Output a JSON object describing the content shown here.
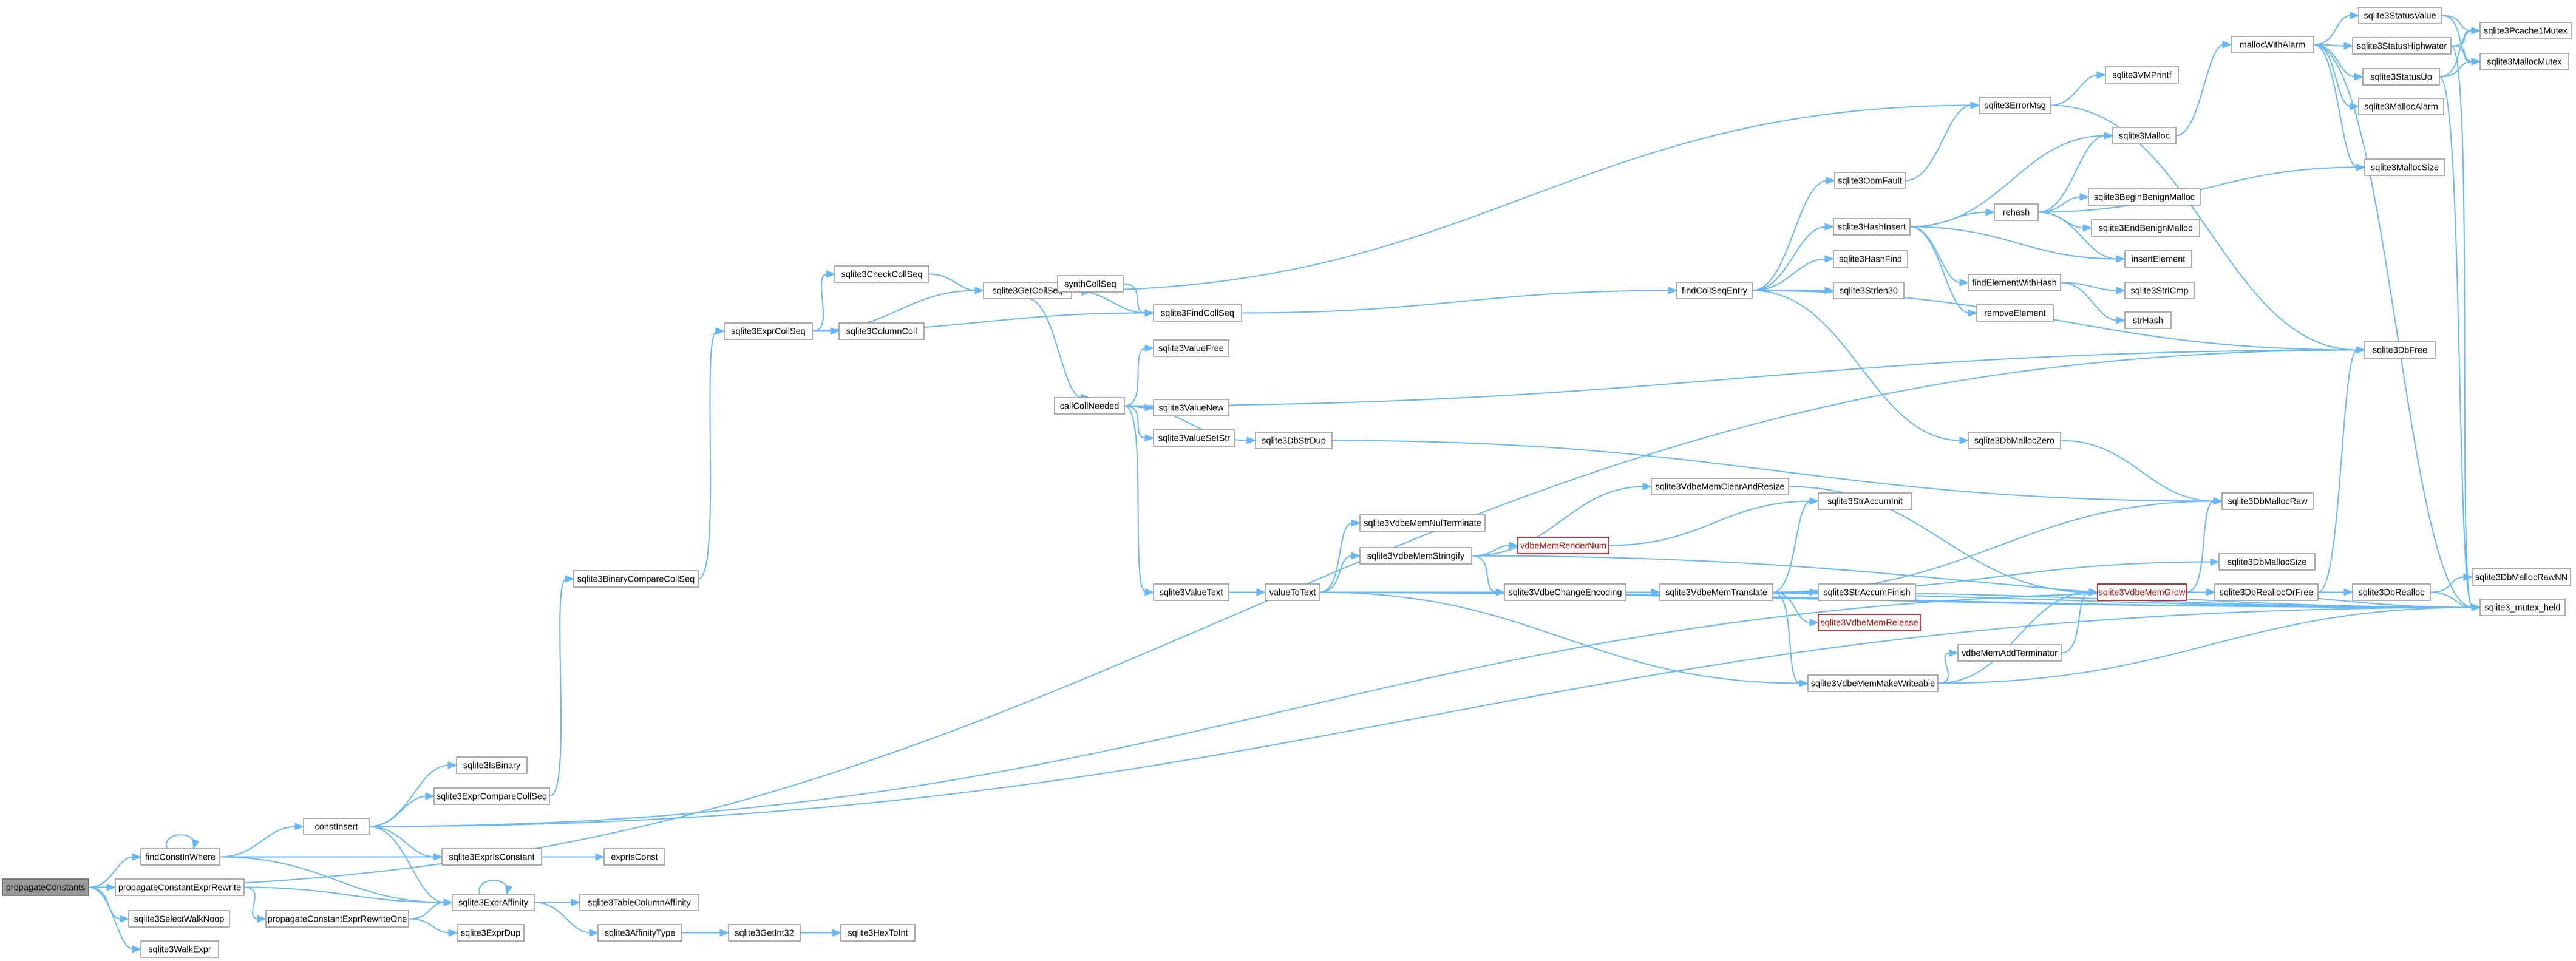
{
  "graph": {
    "nodes": [
      {
        "id": "propagateConstants",
        "label": "propagateConstants",
        "style": "root"
      },
      {
        "id": "findConstInWhere",
        "label": "findConstInWhere"
      },
      {
        "id": "propagateConstantExprRewrite",
        "label": "propagateConstantExprRewrite"
      },
      {
        "id": "sqlite3SelectWalkNoop",
        "label": "sqlite3SelectWalkNoop"
      },
      {
        "id": "sqlite3WalkExpr",
        "label": "sqlite3WalkExpr"
      },
      {
        "id": "constInsert",
        "label": "constInsert"
      },
      {
        "id": "sqlite3ExprIsConstant",
        "label": "sqlite3ExprIsConstant"
      },
      {
        "id": "exprIsConst",
        "label": "exprIsConst"
      },
      {
        "id": "sqlite3IsBinary",
        "label": "sqlite3IsBinary"
      },
      {
        "id": "sqlite3ExprCompareCollSeq",
        "label": "sqlite3ExprCompareCollSeq"
      },
      {
        "id": "sqlite3BinaryCompareCollSeq",
        "label": "sqlite3BinaryCompareCollSeq"
      },
      {
        "id": "sqlite3ExprCollSeq",
        "label": "sqlite3ExprCollSeq"
      },
      {
        "id": "sqlite3CheckCollSeq",
        "label": "sqlite3CheckCollSeq"
      },
      {
        "id": "sqlite3ColumnColl",
        "label": "sqlite3ColumnColl"
      },
      {
        "id": "sqlite3GetCollSeq",
        "label": "sqlite3GetCollSeq"
      },
      {
        "id": "synthCollSeq",
        "label": "synthCollSeq"
      },
      {
        "id": "sqlite3FindCollSeq",
        "label": "sqlite3FindCollSeq"
      },
      {
        "id": "callCollNeeded",
        "label": "callCollNeeded"
      },
      {
        "id": "sqlite3ValueFree",
        "label": "sqlite3ValueFree"
      },
      {
        "id": "sqlite3ValueNew",
        "label": "sqlite3ValueNew"
      },
      {
        "id": "sqlite3ValueSetStr",
        "label": "sqlite3ValueSetStr"
      },
      {
        "id": "sqlite3DbStrDup",
        "label": "sqlite3DbStrDup"
      },
      {
        "id": "sqlite3ValueText",
        "label": "sqlite3ValueText"
      },
      {
        "id": "valueToText",
        "label": "valueToText"
      },
      {
        "id": "sqlite3VdbeMemNulTerminate",
        "label": "sqlite3VdbeMemNulTerminate"
      },
      {
        "id": "sqlite3VdbeMemStringify",
        "label": "sqlite3VdbeMemStringify"
      },
      {
        "id": "sqlite3VdbeMemClearAndResize",
        "label": "sqlite3VdbeMemClearAndResize"
      },
      {
        "id": "vdbeMemRenderNum",
        "label": "vdbeMemRenderNum",
        "style": "red"
      },
      {
        "id": "sqlite3VdbeChangeEncoding",
        "label": "sqlite3VdbeChangeEncoding"
      },
      {
        "id": "sqlite3VdbeMemTranslate",
        "label": "sqlite3VdbeMemTranslate"
      },
      {
        "id": "sqlite3StrAccumInit",
        "label": "sqlite3StrAccumInit"
      },
      {
        "id": "sqlite3StrAccumFinish",
        "label": "sqlite3StrAccumFinish"
      },
      {
        "id": "sqlite3VdbeMemRelease",
        "label": "sqlite3VdbeMemRelease",
        "style": "red"
      },
      {
        "id": "sqlite3VdbeMemMakeWriteable",
        "label": "sqlite3VdbeMemMakeWriteable"
      },
      {
        "id": "vdbeMemAddTerminator",
        "label": "vdbeMemAddTerminator"
      },
      {
        "id": "sqlite3VdbeMemGrow",
        "label": "sqlite3VdbeMemGrow",
        "style": "red"
      },
      {
        "id": "sqlite3DbReallocOrFree",
        "label": "sqlite3DbReallocOrFree"
      },
      {
        "id": "sqlite3DbRealloc",
        "label": "sqlite3DbRealloc"
      },
      {
        "id": "sqlite3DbMallocSize",
        "label": "sqlite3DbMallocSize"
      },
      {
        "id": "sqlite3DbMallocRaw",
        "label": "sqlite3DbMallocRaw"
      },
      {
        "id": "sqlite3DbMallocRawNN",
        "label": "sqlite3DbMallocRawNN"
      },
      {
        "id": "sqlite3_mutex_held",
        "label": "sqlite3_mutex_held"
      },
      {
        "id": "findCollSeqEntry",
        "label": "findCollSeqEntry"
      },
      {
        "id": "sqlite3OomFault",
        "label": "sqlite3OomFault"
      },
      {
        "id": "sqlite3ErrorMsg",
        "label": "sqlite3ErrorMsg"
      },
      {
        "id": "sqlite3VMPrintf",
        "label": "sqlite3VMPrintf"
      },
      {
        "id": "sqlite3HashInsert",
        "label": "sqlite3HashInsert"
      },
      {
        "id": "sqlite3HashFind",
        "label": "sqlite3HashFind"
      },
      {
        "id": "sqlite3Strlen30",
        "label": "sqlite3Strlen30"
      },
      {
        "id": "sqlite3DbMallocZero",
        "label": "sqlite3DbMallocZero"
      },
      {
        "id": "rehash",
        "label": "rehash"
      },
      {
        "id": "findElementWithHash",
        "label": "findElementWithHash"
      },
      {
        "id": "removeElement",
        "label": "removeElement"
      },
      {
        "id": "insertElement",
        "label": "insertElement"
      },
      {
        "id": "sqlite3StrICmp",
        "label": "sqlite3StrICmp"
      },
      {
        "id": "strHash",
        "label": "strHash"
      },
      {
        "id": "sqlite3Malloc",
        "label": "sqlite3Malloc"
      },
      {
        "id": "sqlite3BeginBenignMalloc",
        "label": "sqlite3BeginBenignMalloc"
      },
      {
        "id": "sqlite3EndBenignMalloc",
        "label": "sqlite3EndBenignMalloc"
      },
      {
        "id": "sqlite3MallocSize",
        "label": "sqlite3MallocSize"
      },
      {
        "id": "sqlite3DbFree",
        "label": "sqlite3DbFree"
      },
      {
        "id": "mallocWithAlarm",
        "label": "mallocWithAlarm"
      },
      {
        "id": "sqlite3StatusValue",
        "label": "sqlite3StatusValue"
      },
      {
        "id": "sqlite3StatusHighwater",
        "label": "sqlite3StatusHighwater"
      },
      {
        "id": "sqlite3StatusUp",
        "label": "sqlite3StatusUp"
      },
      {
        "id": "sqlite3MallocAlarm",
        "label": "sqlite3MallocAlarm"
      },
      {
        "id": "sqlite3Pcache1Mutex",
        "label": "sqlite3Pcache1Mutex"
      },
      {
        "id": "sqlite3MallocMutex",
        "label": "sqlite3MallocMutex"
      },
      {
        "id": "propagateConstantExprRewriteOne",
        "label": "propagateConstantExprRewriteOne"
      },
      {
        "id": "sqlite3ExprAffinity",
        "label": "sqlite3ExprAffinity"
      },
      {
        "id": "sqlite3ExprDup",
        "label": "sqlite3ExprDup"
      },
      {
        "id": "sqlite3TableColumnAffinity",
        "label": "sqlite3TableColumnAffinity"
      },
      {
        "id": "sqlite3AffinityType",
        "label": "sqlite3AffinityType"
      },
      {
        "id": "sqlite3GetInt32",
        "label": "sqlite3GetInt32"
      },
      {
        "id": "sqlite3HexToInt",
        "label": "sqlite3HexToInt"
      }
    ],
    "edges": [
      [
        "propagateConstants",
        "findConstInWhere"
      ],
      [
        "propagateConstants",
        "propagateConstantExprRewrite"
      ],
      [
        "propagateConstants",
        "sqlite3SelectWalkNoop"
      ],
      [
        "propagateConstants",
        "sqlite3WalkExpr"
      ],
      [
        "propagateConstants",
        "sqlite3DbFree"
      ],
      [
        "findConstInWhere",
        "findConstInWhere"
      ],
      [
        "findConstInWhere",
        "constInsert"
      ],
      [
        "findConstInWhere",
        "sqlite3ExprIsConstant"
      ],
      [
        "findConstInWhere",
        "sqlite3ExprAffinity"
      ],
      [
        "constInsert",
        "sqlite3IsBinary"
      ],
      [
        "constInsert",
        "sqlite3ExprCompareCollSeq"
      ],
      [
        "constInsert",
        "sqlite3ExprIsConstant"
      ],
      [
        "constInsert",
        "sqlite3ExprAffinity"
      ],
      [
        "constInsert",
        "sqlite3DbReallocOrFree"
      ],
      [
        "constInsert",
        "sqlite3_mutex_held"
      ],
      [
        "sqlite3ExprIsConstant",
        "exprIsConst"
      ],
      [
        "sqlite3ExprCompareCollSeq",
        "sqlite3BinaryCompareCollSeq"
      ],
      [
        "sqlite3BinaryCompareCollSeq",
        "sqlite3ExprCollSeq"
      ],
      [
        "sqlite3ExprCollSeq",
        "sqlite3CheckCollSeq"
      ],
      [
        "sqlite3ExprCollSeq",
        "sqlite3ColumnColl"
      ],
      [
        "sqlite3ExprCollSeq",
        "sqlite3GetCollSeq"
      ],
      [
        "sqlite3ExprCollSeq",
        "sqlite3FindCollSeq"
      ],
      [
        "sqlite3CheckCollSeq",
        "sqlite3GetCollSeq"
      ],
      [
        "sqlite3GetCollSeq",
        "synthCollSeq"
      ],
      [
        "sqlite3GetCollSeq",
        "sqlite3FindCollSeq"
      ],
      [
        "sqlite3GetCollSeq",
        "callCollNeeded"
      ],
      [
        "sqlite3GetCollSeq",
        "sqlite3ErrorMsg"
      ],
      [
        "synthCollSeq",
        "sqlite3FindCollSeq"
      ],
      [
        "sqlite3FindCollSeq",
        "findCollSeqEntry"
      ],
      [
        "callCollNeeded",
        "sqlite3ValueFree"
      ],
      [
        "callCollNeeded",
        "sqlite3ValueNew"
      ],
      [
        "callCollNeeded",
        "sqlite3ValueSetStr"
      ],
      [
        "callCollNeeded",
        "sqlite3DbStrDup"
      ],
      [
        "callCollNeeded",
        "sqlite3ValueText"
      ],
      [
        "callCollNeeded",
        "sqlite3DbFree"
      ],
      [
        "sqlite3DbStrDup",
        "sqlite3DbMallocRaw"
      ],
      [
        "sqlite3ValueText",
        "valueToText"
      ],
      [
        "sqlite3ValueText",
        "sqlite3_mutex_held"
      ],
      [
        "valueToText",
        "sqlite3VdbeMemNulTerminate"
      ],
      [
        "valueToText",
        "sqlite3VdbeMemStringify"
      ],
      [
        "valueToText",
        "sqlite3VdbeChangeEncoding"
      ],
      [
        "valueToText",
        "sqlite3VdbeMemMakeWriteable"
      ],
      [
        "valueToText",
        "sqlite3_mutex_held"
      ],
      [
        "sqlite3VdbeMemStringify",
        "sqlite3VdbeMemClearAndResize"
      ],
      [
        "sqlite3VdbeMemStringify",
        "vdbeMemRenderNum"
      ],
      [
        "sqlite3VdbeMemStringify",
        "sqlite3VdbeChangeEncoding"
      ],
      [
        "sqlite3VdbeMemStringify",
        "sqlite3_mutex_held"
      ],
      [
        "sqlite3VdbeMemClearAndResize",
        "sqlite3VdbeMemGrow"
      ],
      [
        "vdbeMemRenderNum",
        "sqlite3StrAccumInit"
      ],
      [
        "sqlite3VdbeChangeEncoding",
        "sqlite3VdbeMemTranslate"
      ],
      [
        "sqlite3VdbeChangeEncoding",
        "sqlite3_mutex_held"
      ],
      [
        "sqlite3VdbeMemTranslate",
        "sqlite3StrAccumInit"
      ],
      [
        "sqlite3VdbeMemTranslate",
        "sqlite3StrAccumFinish"
      ],
      [
        "sqlite3VdbeMemTranslate",
        "sqlite3VdbeMemRelease"
      ],
      [
        "sqlite3VdbeMemTranslate",
        "sqlite3VdbeMemMakeWriteable"
      ],
      [
        "sqlite3VdbeMemTranslate",
        "sqlite3DbMallocRaw"
      ],
      [
        "sqlite3VdbeMemTranslate",
        "sqlite3DbMallocSize"
      ],
      [
        "sqlite3VdbeMemTranslate",
        "sqlite3_mutex_held"
      ],
      [
        "sqlite3VdbeMemMakeWriteable",
        "vdbeMemAddTerminator"
      ],
      [
        "sqlite3VdbeMemMakeWriteable",
        "sqlite3VdbeMemGrow"
      ],
      [
        "sqlite3VdbeMemMakeWriteable",
        "sqlite3_mutex_held"
      ],
      [
        "vdbeMemAddTerminator",
        "sqlite3VdbeMemGrow"
      ],
      [
        "sqlite3VdbeMemGrow",
        "sqlite3DbReallocOrFree"
      ],
      [
        "sqlite3VdbeMemGrow",
        "sqlite3DbMallocRaw"
      ],
      [
        "sqlite3VdbeMemGrow",
        "sqlite3_mutex_held"
      ],
      [
        "sqlite3DbReallocOrFree",
        "sqlite3DbRealloc"
      ],
      [
        "sqlite3DbReallocOrFree",
        "sqlite3DbFree"
      ],
      [
        "sqlite3DbRealloc",
        "sqlite3DbMallocRawNN"
      ],
      [
        "sqlite3DbRealloc",
        "sqlite3_mutex_held"
      ],
      [
        "findCollSeqEntry",
        "sqlite3OomFault"
      ],
      [
        "findCollSeqEntry",
        "sqlite3HashInsert"
      ],
      [
        "findCollSeqEntry",
        "sqlite3HashFind"
      ],
      [
        "findCollSeqEntry",
        "sqlite3Strlen30"
      ],
      [
        "findCollSeqEntry",
        "sqlite3DbMallocZero"
      ],
      [
        "findCollSeqEntry",
        "sqlite3DbFree"
      ],
      [
        "sqlite3OomFault",
        "sqlite3ErrorMsg"
      ],
      [
        "sqlite3ErrorMsg",
        "sqlite3VMPrintf"
      ],
      [
        "sqlite3ErrorMsg",
        "sqlite3DbFree"
      ],
      [
        "sqlite3HashInsert",
        "rehash"
      ],
      [
        "sqlite3HashInsert",
        "findElementWithHash"
      ],
      [
        "sqlite3HashInsert",
        "removeElement"
      ],
      [
        "sqlite3HashInsert",
        "insertElement"
      ],
      [
        "sqlite3HashInsert",
        "sqlite3Malloc"
      ],
      [
        "sqlite3DbMallocZero",
        "sqlite3DbMallocRaw"
      ],
      [
        "rehash",
        "sqlite3Malloc"
      ],
      [
        "rehash",
        "sqlite3BeginBenignMalloc"
      ],
      [
        "rehash",
        "sqlite3EndBenignMalloc"
      ],
      [
        "rehash",
        "sqlite3MallocSize"
      ],
      [
        "rehash",
        "insertElement"
      ],
      [
        "findElementWithHash",
        "sqlite3StrICmp"
      ],
      [
        "findElementWithHash",
        "strHash"
      ],
      [
        "sqlite3Malloc",
        "mallocWithAlarm"
      ],
      [
        "mallocWithAlarm",
        "sqlite3StatusValue"
      ],
      [
        "mallocWithAlarm",
        "sqlite3StatusHighwater"
      ],
      [
        "mallocWithAlarm",
        "sqlite3StatusUp"
      ],
      [
        "mallocWithAlarm",
        "sqlite3MallocAlarm"
      ],
      [
        "mallocWithAlarm",
        "sqlite3MallocSize"
      ],
      [
        "mallocWithAlarm",
        "sqlite3_mutex_held"
      ],
      [
        "sqlite3StatusValue",
        "sqlite3Pcache1Mutex"
      ],
      [
        "sqlite3StatusValue",
        "sqlite3MallocMutex"
      ],
      [
        "sqlite3StatusHighwater",
        "sqlite3Pcache1Mutex"
      ],
      [
        "sqlite3StatusHighwater",
        "sqlite3MallocMutex"
      ],
      [
        "sqlite3StatusHighwater",
        "sqlite3_mutex_held"
      ],
      [
        "sqlite3StatusUp",
        "sqlite3Pcache1Mutex"
      ],
      [
        "sqlite3StatusUp",
        "sqlite3MallocMutex"
      ],
      [
        "sqlite3StatusUp",
        "sqlite3_mutex_held"
      ],
      [
        "propagateConstantExprRewrite",
        "propagateConstantExprRewriteOne"
      ],
      [
        "propagateConstantExprRewrite",
        "sqlite3ExprAffinity"
      ],
      [
        "propagateConstantExprRewriteOne",
        "sqlite3ExprAffinity"
      ],
      [
        "propagateConstantExprRewriteOne",
        "sqlite3ExprDup"
      ],
      [
        "sqlite3ExprAffinity",
        "sqlite3ExprAffinity"
      ],
      [
        "sqlite3ExprAffinity",
        "sqlite3TableColumnAffinity"
      ],
      [
        "sqlite3ExprAffinity",
        "sqlite3AffinityType"
      ],
      [
        "sqlite3AffinityType",
        "sqlite3GetInt32"
      ],
      [
        "sqlite3GetInt32",
        "sqlite3HexToInt"
      ]
    ]
  }
}
